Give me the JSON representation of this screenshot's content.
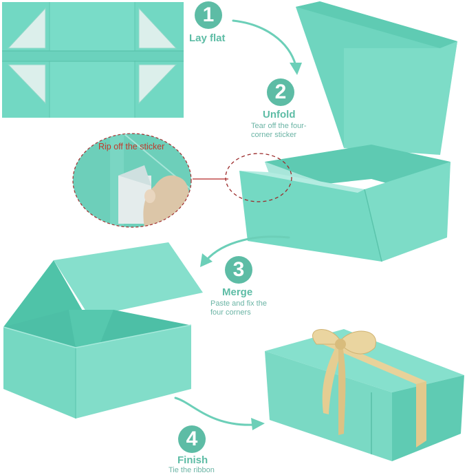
{
  "colors": {
    "teal": "#5dbca5",
    "teal_text": "#6bb4a5",
    "box_light": "#7fe0cc",
    "box_mid": "#6fd6c0",
    "box_dark": "#4fc3aa",
    "sticker": "#d9ece9",
    "ribbon": "#e8d29a",
    "ribbon_dark": "#cfb271",
    "dash_red": "#9b2a2a"
  },
  "steps": [
    {
      "number": "1",
      "title": "Lay flat",
      "description": ""
    },
    {
      "number": "2",
      "title": "Unfold",
      "description": "Tear off the four-corner sticker",
      "description_lines": [
        "Tear off the four-",
        "corner sticker"
      ]
    },
    {
      "number": "3",
      "title": "Merge",
      "description": "Paste and fix the four corners",
      "description_lines": [
        "Paste and fix the",
        "four corners"
      ]
    },
    {
      "number": "4",
      "title": "Finish",
      "description": "Tie the ribbon"
    }
  ],
  "callout": {
    "label": "Rip off the sticker"
  },
  "images": {
    "flat_box": "flat-box-illustration",
    "unfolded_box": "unfolded-box-illustration",
    "closeup": "sticker-closeup-illustration",
    "merged_box": "merged-box-illustration",
    "finished_box": "finished-gift-box-illustration"
  }
}
